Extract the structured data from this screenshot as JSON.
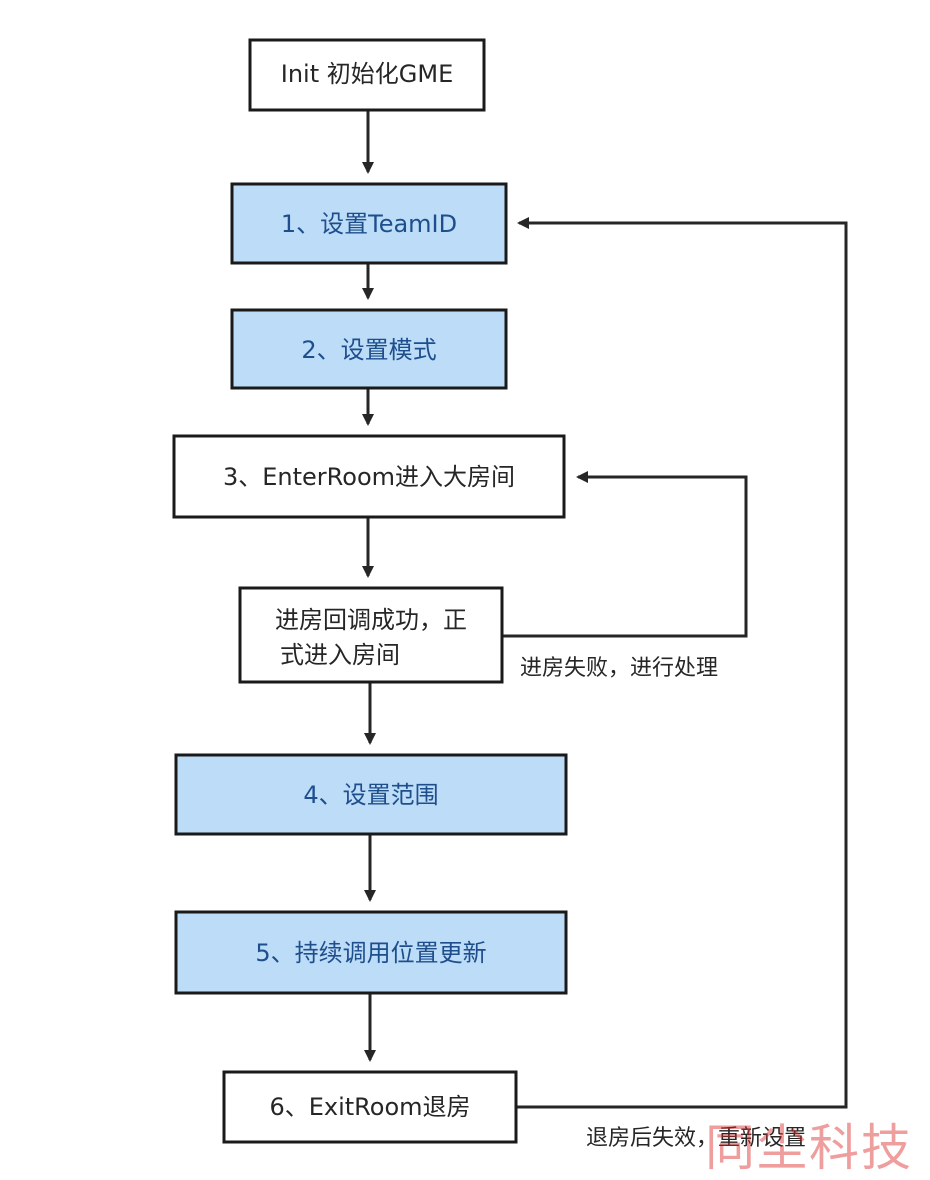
{
  "nodes": {
    "init": "Init 初始化GME",
    "step1": "1、设置TeamID",
    "step2": "2、设置模式",
    "step3": "3、EnterRoom进入大房间",
    "callback_line1": "进房回调成功，正",
    "callback_line2": "式进入房间",
    "step4": "4、设置范围",
    "step5": "5、持续调用位置更新",
    "step6": "6、ExitRoom退房"
  },
  "edge_labels": {
    "enter_fail": "进房失败，进行处理",
    "exit_reset": "退房后失效，重新设置"
  },
  "watermark": "同尘科技",
  "colors": {
    "blue_fill": "#bcdcf7",
    "blue_text": "#1f4e8c",
    "border": "#1a1a1a",
    "watermark": "#dc2828"
  }
}
